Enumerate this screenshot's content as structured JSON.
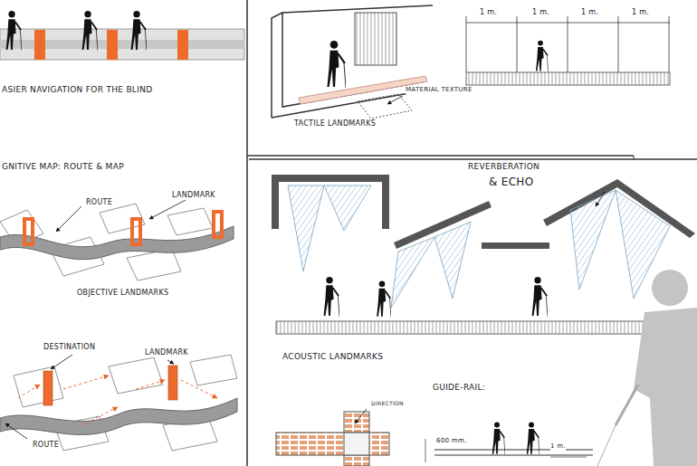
{
  "diagram": {
    "labels": [
      "ASIER NAVIGATION FOR THE BLIND",
      "GNITIVE MAP: ROUTE & MAP",
      "ROUTE",
      "LANDMARK",
      "OBJECTIVE LANDMARKS",
      "DESTINATION",
      "LANDMARK",
      "ROUTE",
      "TACTILE LANDMARKS",
      "MATERIAL TEXTURE",
      "1 m.",
      "1 m.",
      "1 m.",
      "1 m.",
      "REVERBERATION",
      "& ECHO",
      "ACOUSTIC LANDMARKS",
      "GUIDE-RAIL:",
      "DIRECTION",
      "600 mm.",
      "1 m."
    ]
  }
}
